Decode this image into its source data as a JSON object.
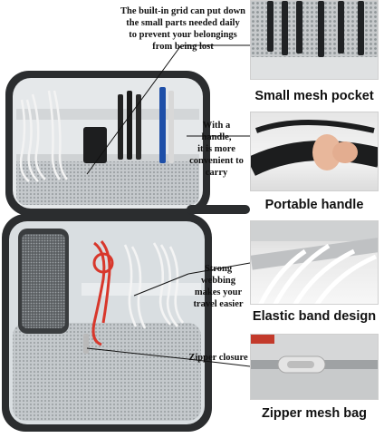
{
  "callouts": {
    "grid": [
      "The built-in grid can put down",
      "the small parts needed daily",
      "to prevent your belongings",
      "from being lost"
    ],
    "handle": [
      "With a handle,",
      "it is more",
      "convenient to",
      "carry"
    ],
    "webbing": [
      "Strong webbing",
      "makes your",
      "travel easier"
    ],
    "zipper": [
      "Zipper closure"
    ]
  },
  "captions": {
    "mesh": "Small mesh pocket",
    "handle": "Portable handle",
    "band": "Elastic band design",
    "zipper": "Zipper mesh bag"
  },
  "colors": {
    "case_shell": "#2b2d2f",
    "lining": "#d7dcdf",
    "mesh": "#c4c8ca",
    "cable_white": "#f4f4f4",
    "cable_red": "#d8372b",
    "leader_line": "#111111"
  }
}
